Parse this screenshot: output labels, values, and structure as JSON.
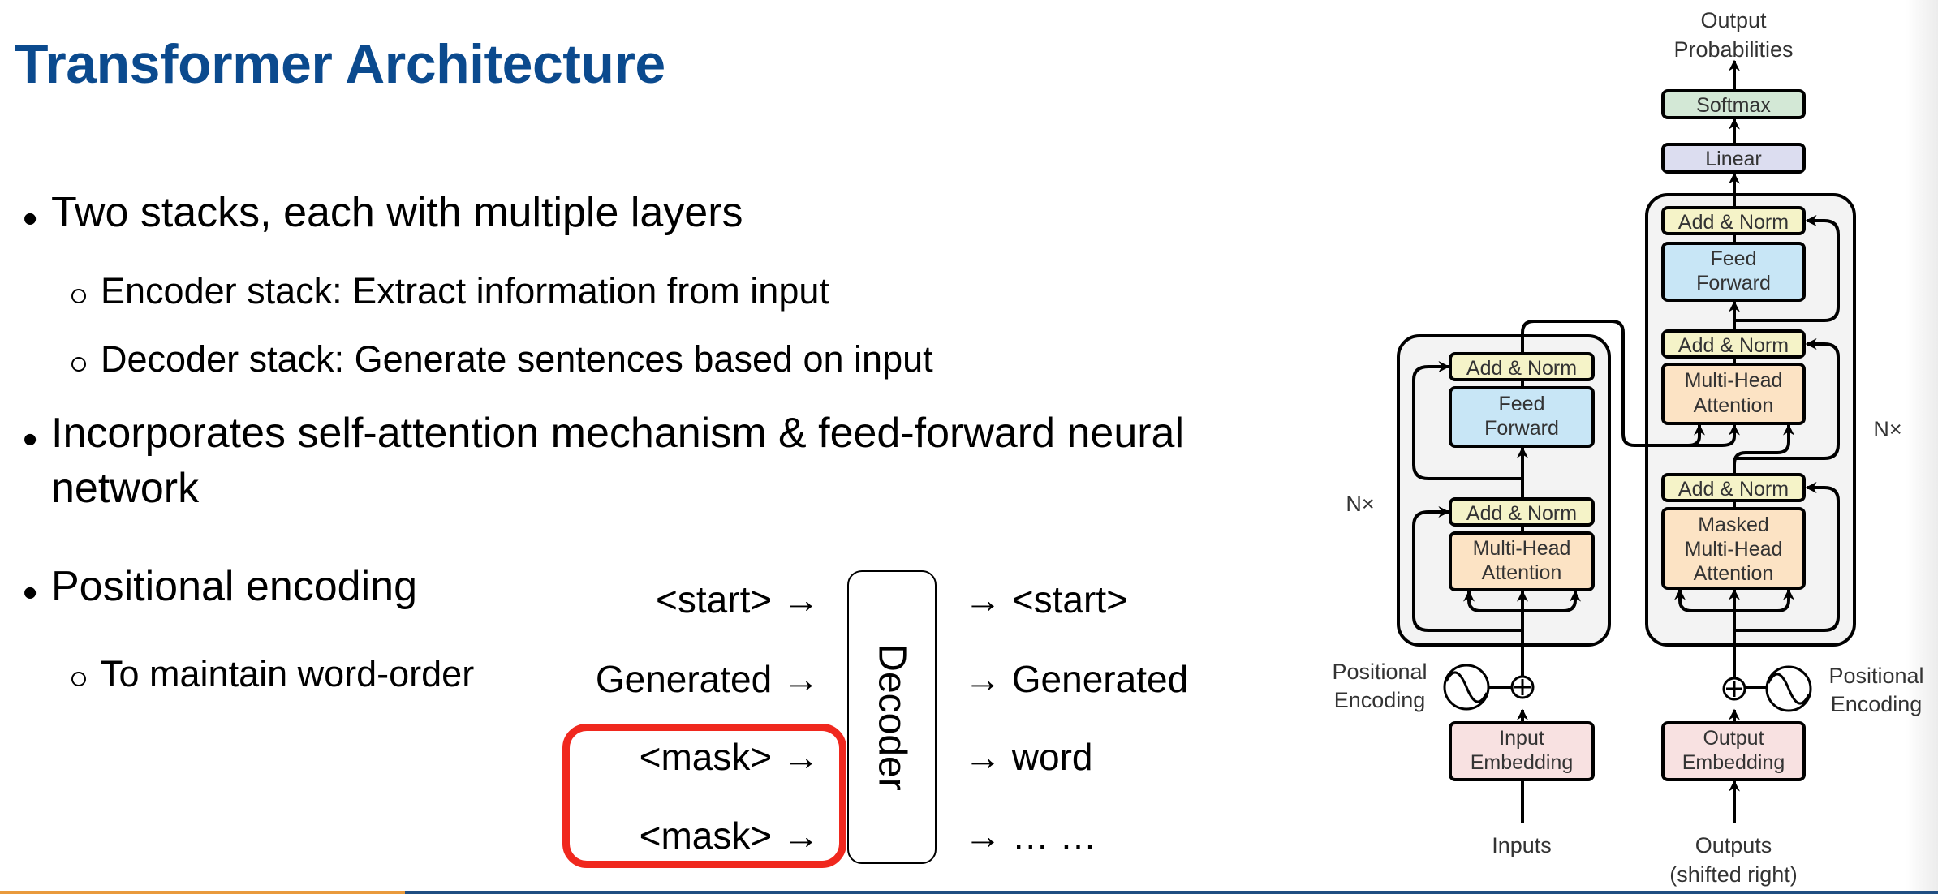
{
  "slide": {
    "title": "Transformer Architecture",
    "bullets": [
      {
        "text": "Two stacks, each with multiple layers",
        "sub": [
          "Encoder stack: Extract information from input",
          "Decoder stack: Generate sentences based on input"
        ]
      },
      {
        "text_lines": [
          "Incorporates self-attention mechanism & feed-forward neural",
          "network"
        ]
      },
      {
        "text": "Positional encoding",
        "sub": [
          "To maintain word-order"
        ]
      }
    ]
  },
  "decoder_example": {
    "box_label": "Decoder",
    "inputs": [
      "<start> →",
      "Generated →",
      "<mask> →",
      "<mask> →"
    ],
    "outputs": [
      "→ <start>",
      "→ Generated",
      "→ word",
      "→ … …"
    ],
    "highlight": "masked-inputs",
    "highlight_color": "#f0281e"
  },
  "architecture": {
    "output_label": [
      "Output",
      "Probabilities"
    ],
    "softmax": "Softmax",
    "linear": "Linear",
    "add_norm": "Add & Norm",
    "feed_forward": [
      "Feed",
      "Forward"
    ],
    "multi_head": [
      "Multi-Head",
      "Attention"
    ],
    "masked_multi_head": [
      "Masked",
      "Multi-Head",
      "Attention"
    ],
    "input_embedding": [
      "Input",
      "Embedding"
    ],
    "output_embedding": [
      "Output",
      "Embedding"
    ],
    "positional_encoding": [
      "Positional",
      "Encoding"
    ],
    "inputs_label": [
      "Inputs"
    ],
    "outputs_label": [
      "Outputs",
      "(shifted right)"
    ],
    "encoder_repeat": "N×",
    "decoder_repeat": "N×",
    "colors": {
      "softmax": "#d3e8d6",
      "linear": "#dcddf0",
      "add_norm": "#f5f3c8",
      "feed_forward": "#c8e6f6",
      "attention": "#fce3c4",
      "embedding": "#f8e1e1",
      "stack": "#f3f3f3"
    }
  },
  "theme": {
    "title_color": "#0b4a8e",
    "bottom_bar_colors": [
      "#e99a3c",
      "#1f4e82"
    ]
  }
}
